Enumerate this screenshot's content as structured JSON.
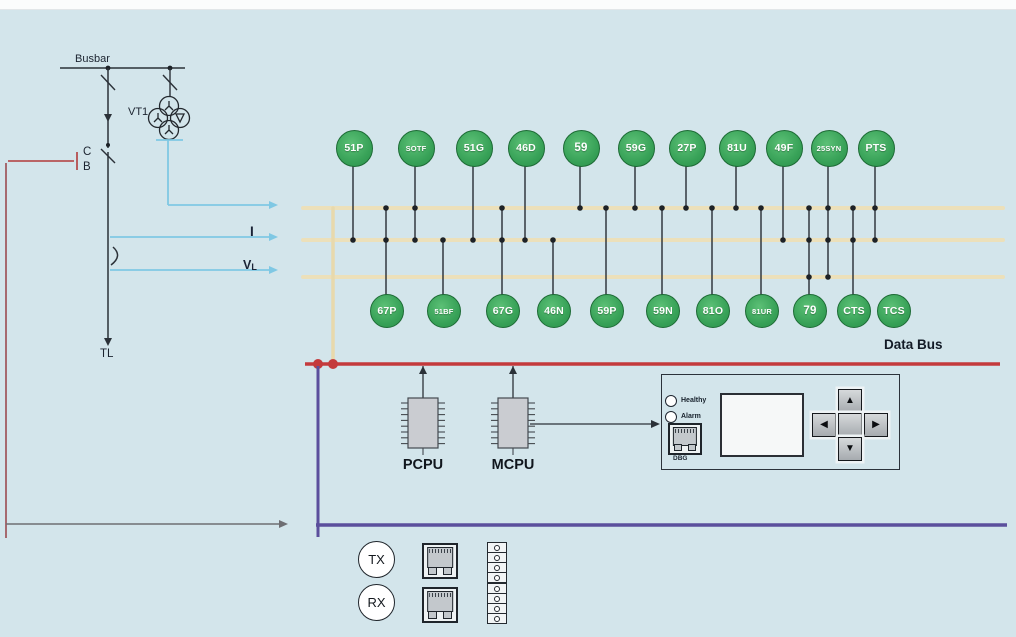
{
  "schematic": {
    "busbar_label": "Busbar",
    "vt_label": "VT1",
    "cb_letter_top": "C",
    "cb_letter_bottom": "B",
    "trip_line_label": "TL",
    "current_label": "I",
    "line_voltage_main": "V",
    "line_voltage_sub": "L"
  },
  "bus": {
    "data_bus_label": "Data Bus"
  },
  "relays": {
    "top": [
      "51P",
      "SOTF",
      "51G",
      "46D",
      "59",
      "59G",
      "27P",
      "81U",
      "49F",
      "25SYN",
      "PTS"
    ],
    "bottom": [
      "67P",
      "51BF",
      "67G",
      "46N",
      "59P",
      "59N",
      "81O",
      "81UR",
      "79",
      "CTS",
      "TCS"
    ]
  },
  "processors": {
    "pcpu_label": "PCPU",
    "mcpu_label": "MCPU"
  },
  "hmi": {
    "healthy_label": "Healthy",
    "alarm_label": "Alarm",
    "dbg_label": "DBG"
  },
  "comm": {
    "tx_label": "TX",
    "rx_label": "RX"
  },
  "colors": {
    "background": "#d3e5eb",
    "relay_green": "#37a157",
    "signal_bus_cream": "#ece0ba",
    "data_bus_red": "#c43a3c",
    "station_bus_purple": "#5b4f9c",
    "analog_blue": "#7fc8e4",
    "trip_maroon": "#9b4b50"
  }
}
